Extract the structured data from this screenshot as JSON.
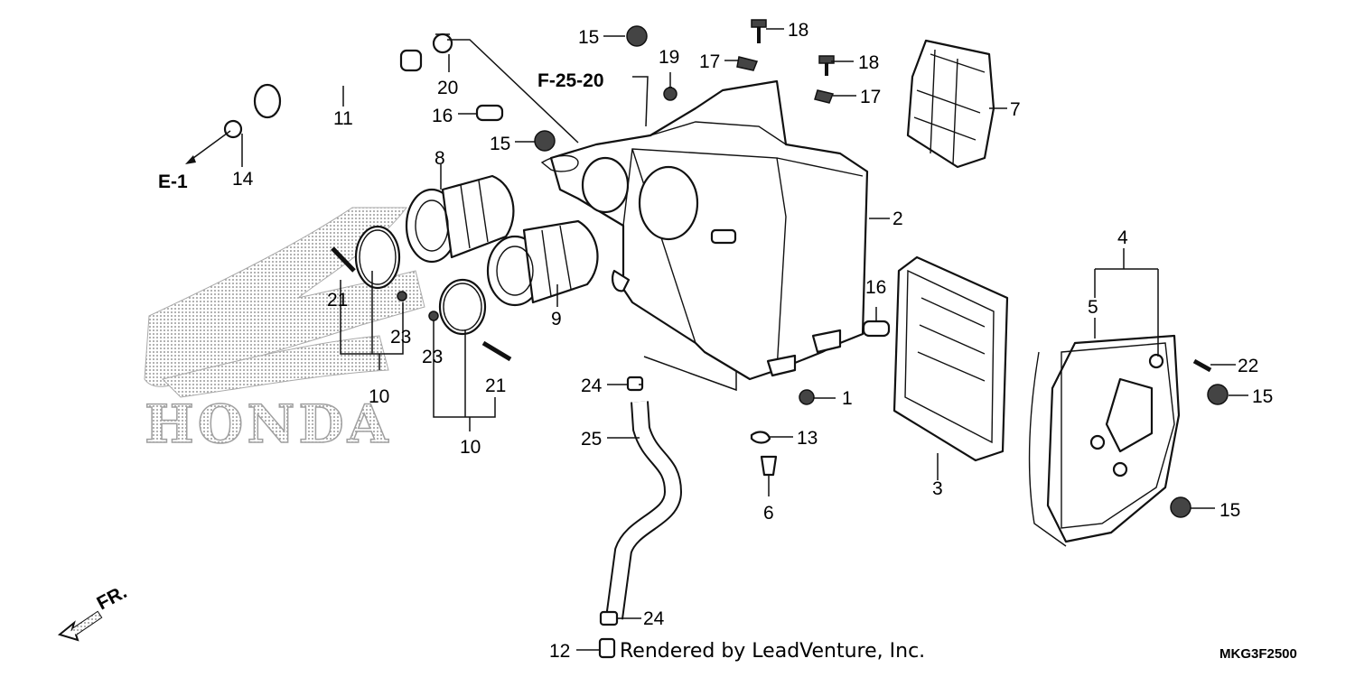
{
  "diagram": {
    "callouts": [
      {
        "id": "c1",
        "text": "1"
      },
      {
        "id": "c2",
        "text": "2"
      },
      {
        "id": "c3",
        "text": "3"
      },
      {
        "id": "c4",
        "text": "4"
      },
      {
        "id": "c5",
        "text": "5"
      },
      {
        "id": "c6",
        "text": "6"
      },
      {
        "id": "c7",
        "text": "7"
      },
      {
        "id": "c8",
        "text": "8"
      },
      {
        "id": "c9",
        "text": "9"
      },
      {
        "id": "c10a",
        "text": "10"
      },
      {
        "id": "c10b",
        "text": "10"
      },
      {
        "id": "c11",
        "text": "11"
      },
      {
        "id": "c12",
        "text": "12"
      },
      {
        "id": "c13",
        "text": "13"
      },
      {
        "id": "c14",
        "text": "14"
      },
      {
        "id": "c15a",
        "text": "15"
      },
      {
        "id": "c15b",
        "text": "15"
      },
      {
        "id": "c15c",
        "text": "15"
      },
      {
        "id": "c15d",
        "text": "15"
      },
      {
        "id": "c16a",
        "text": "16"
      },
      {
        "id": "c16b",
        "text": "16"
      },
      {
        "id": "c17a",
        "text": "17"
      },
      {
        "id": "c17b",
        "text": "17"
      },
      {
        "id": "c18a",
        "text": "18"
      },
      {
        "id": "c18b",
        "text": "18"
      },
      {
        "id": "c19",
        "text": "19"
      },
      {
        "id": "c20",
        "text": "20"
      },
      {
        "id": "c21a",
        "text": "21"
      },
      {
        "id": "c21b",
        "text": "21"
      },
      {
        "id": "c22",
        "text": "22"
      },
      {
        "id": "c23a",
        "text": "23"
      },
      {
        "id": "c23b",
        "text": "23"
      },
      {
        "id": "c24a",
        "text": "24"
      },
      {
        "id": "c24b",
        "text": "24"
      },
      {
        "id": "c25",
        "text": "25"
      }
    ],
    "refs": {
      "e1": "E-1",
      "f2520": "F-25-20",
      "front": "FR."
    },
    "watermark_logo": "HONDA",
    "credit": "Rendered by LeadVenture, Inc.",
    "diagram_code": "MKG3F2500"
  }
}
